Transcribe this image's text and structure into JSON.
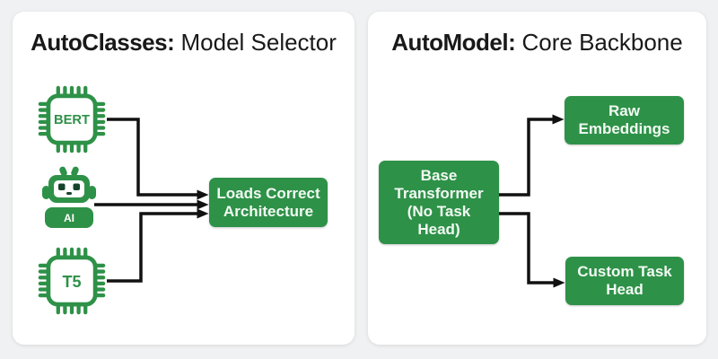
{
  "colors": {
    "accent_green": "#2e9148",
    "arrow_black": "#111111",
    "page_bg": "#f0f1f2",
    "panel_bg": "#ffffff",
    "eye_dark": "#16442a"
  },
  "left_panel": {
    "title_bold": "AutoClasses:",
    "title_rest": "Model Selector",
    "sources": [
      {
        "icon": "bert-chip-icon",
        "label": "BERT"
      },
      {
        "icon": "ai-robot-icon",
        "label": "AI"
      },
      {
        "icon": "t5-chip-icon",
        "label": "T5"
      }
    ],
    "target_box": {
      "label": "Loads Correct Architecture"
    }
  },
  "right_panel": {
    "title_bold": "AutoModel:",
    "title_rest": "Core Backbone",
    "source_box": {
      "label": "Base Transformer (No Task Head)"
    },
    "target_boxes": [
      {
        "label": "Raw Embeddings"
      },
      {
        "label": "Custom Task Head"
      }
    ]
  }
}
